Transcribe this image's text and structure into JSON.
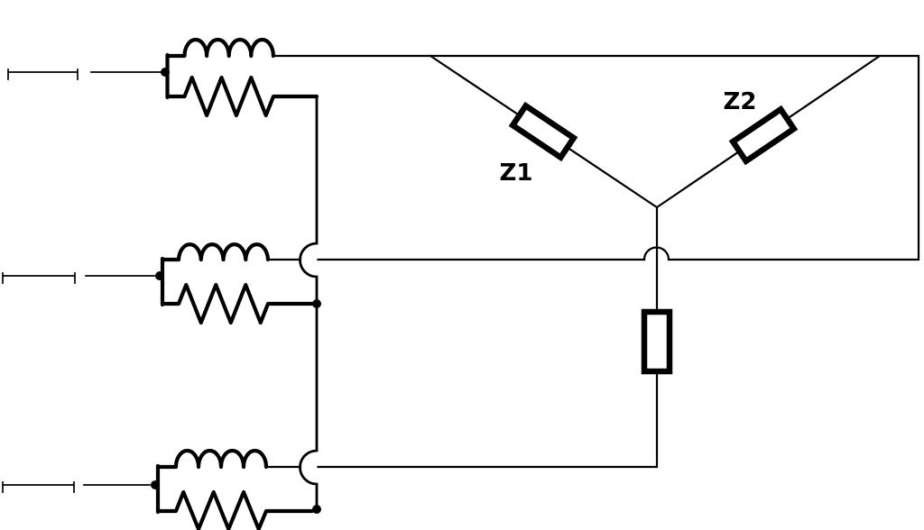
{
  "labels": {
    "z1": "Z1",
    "z2": "Z2"
  },
  "colors": {
    "line": "#000000",
    "background": "#ffffff"
  },
  "components": {
    "phases": [
      {
        "id": "phase-1",
        "parts": [
          "source-terminal",
          "inductor",
          "resistor"
        ]
      },
      {
        "id": "phase-2",
        "parts": [
          "source-terminal",
          "inductor",
          "resistor"
        ]
      },
      {
        "id": "phase-3",
        "parts": [
          "source-terminal",
          "inductor",
          "resistor"
        ]
      }
    ],
    "impedances": [
      {
        "id": "z1",
        "label": "Z1",
        "orientation": "diagonal-down"
      },
      {
        "id": "z2",
        "label": "Z2",
        "orientation": "diagonal-up"
      },
      {
        "id": "z3",
        "label": "",
        "orientation": "vertical"
      }
    ],
    "junction_nodes": 5,
    "wire_crossovers": 3
  }
}
